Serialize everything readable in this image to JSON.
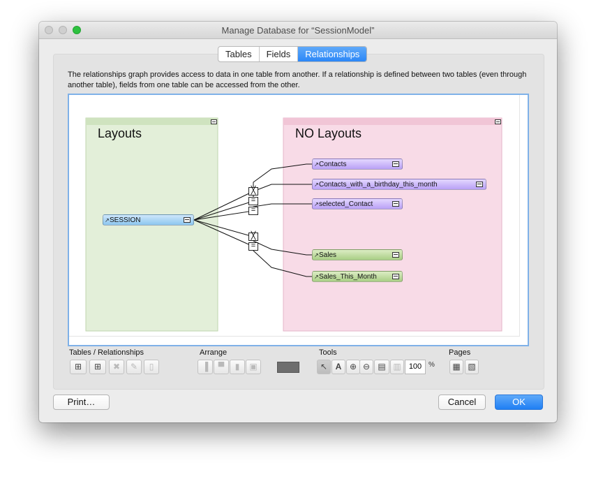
{
  "window": {
    "title": "Manage Database for “SessionModel”"
  },
  "tabs": [
    {
      "label": "Tables",
      "active": false
    },
    {
      "label": "Fields",
      "active": false
    },
    {
      "label": "Relationships",
      "active": true
    }
  ],
  "description": "The relationships graph provides access to data in one table from another. If a relationship is defined between two tables (even through another table), fields from one table can be accessed from the other.",
  "graph": {
    "groups": [
      {
        "label": "Layouts",
        "color": "#e3efd9"
      },
      {
        "label": "NO Layouts",
        "color": "#f8dbe7"
      }
    ],
    "occurrences": [
      {
        "label": "SESSION",
        "color": "blue"
      },
      {
        "label": "Contacts",
        "color": "purple"
      },
      {
        "label": "Contacts_with_a_birthday_this_month",
        "color": "purple"
      },
      {
        "label": "selected_Contact",
        "color": "purple"
      },
      {
        "label": "Sales",
        "color": "green"
      },
      {
        "label": "Sales_This_Month",
        "color": "green"
      }
    ],
    "operators": {
      "cross": "╳",
      "equal": "="
    },
    "arrow_glyph": "↗"
  },
  "toolbar": {
    "groups": {
      "tables_relationships": "Tables / Relationships",
      "arrange": "Arrange",
      "tools": "Tools",
      "pages": "Pages"
    },
    "zoom_value": "100",
    "zoom_unit": "%",
    "icons": {
      "add_table": "⊞",
      "add_relationship": "⊞",
      "duplicate": "✖",
      "edit": "✎",
      "delete": "▯",
      "align_left": "▐",
      "align_top": "▀",
      "distribute": "▮",
      "resize": "▣",
      "pointer": "↖",
      "text": "A",
      "zoom_in": "⊕",
      "zoom_out": "⊖",
      "toggle_display": "▤",
      "collapse": "▥",
      "page_breaks": "▦",
      "page_setup": "▧"
    }
  },
  "footer": {
    "print_label": "Print…",
    "cancel_label": "Cancel",
    "ok_label": "OK"
  }
}
